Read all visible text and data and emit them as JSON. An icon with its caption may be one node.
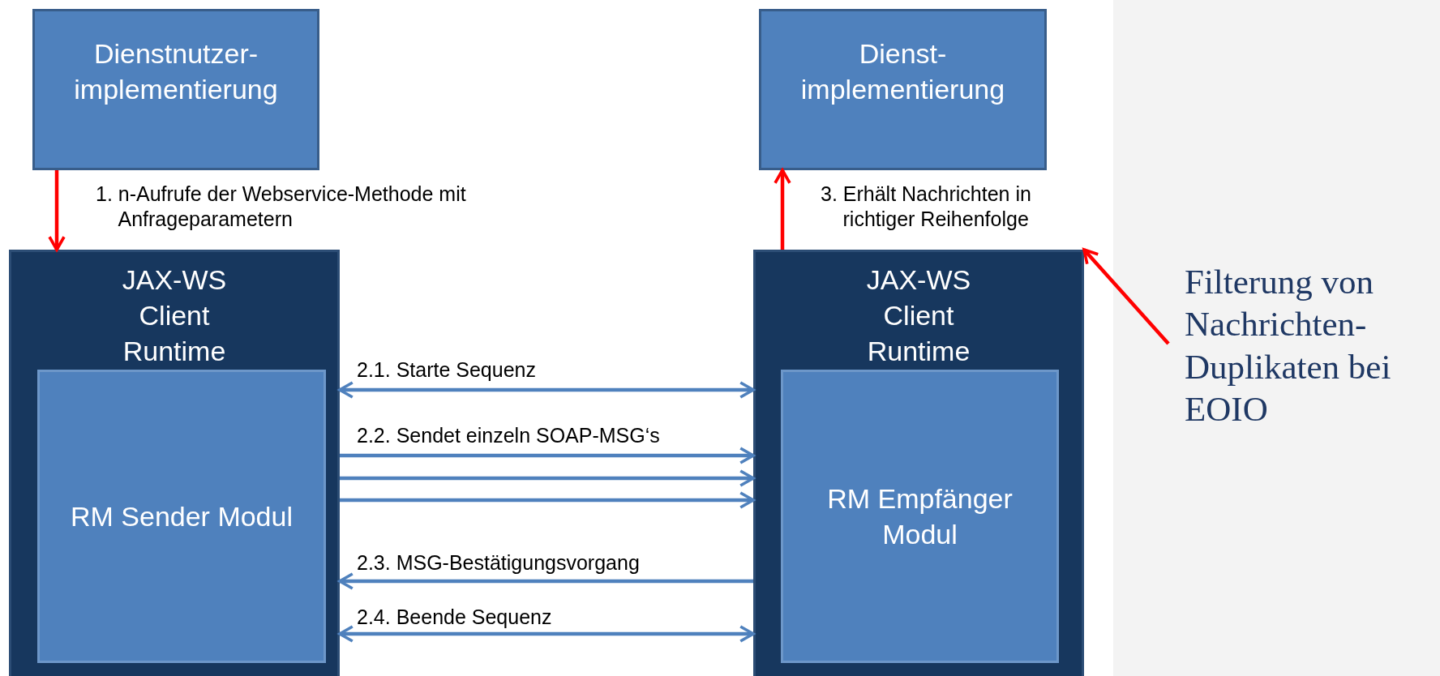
{
  "diagram": {
    "nodes": [
      {
        "text": [
          "Dienstnutzer-implementierung"
        ]
      },
      {
        "text": [
          "Dienst-implementierung"
        ]
      },
      {
        "text": [
          "JAX-WS Client Runtime"
        ]
      },
      {
        "text": [
          "RM Sender Modul"
        ],
        "in": 2
      },
      {
        "text": [
          "JAX-WS Client Runtime"
        ]
      },
      {
        "text": [
          "RM Empfänger Modul"
        ],
        "in": 4
      },
      {
        "text": [
          "Filterung von Nachrichten-Duplikaten bei EOIO"
        ]
      }
    ],
    "edges": [
      {
        "from": 0,
        "to": 2,
        "arrow": "to",
        "label": "1. n-Aufrufe der Webservice-Methode mit Anfrageparametern",
        "color": "#ff0000"
      },
      {
        "from": 4,
        "to": 1,
        "arrow": "to",
        "label": "3. Erhält Nachrichten in richtiger Reihenfolge",
        "color": "#ff0000"
      },
      {
        "from": 6,
        "to": 4,
        "arrow": "to",
        "color": "#ff0000"
      },
      {
        "from": 2,
        "to": 4,
        "arrow": "both",
        "label": "2.1. Starte Sequenz"
      },
      {
        "from": 2,
        "to": 4,
        "arrow": "to",
        "label": "2.2. Sendet einzeln SOAP-MSG‘s"
      },
      {
        "from": 2,
        "to": 4,
        "arrow": "to"
      },
      {
        "from": 2,
        "to": 4,
        "arrow": "to"
      },
      {
        "from": 4,
        "to": 2,
        "arrow": "to",
        "label": "2.3. MSG-Bestätigungsvorgang"
      },
      {
        "from": 2,
        "to": 4,
        "arrow": "both",
        "label": "2.4. Beende Sequenz"
      }
    ]
  }
}
